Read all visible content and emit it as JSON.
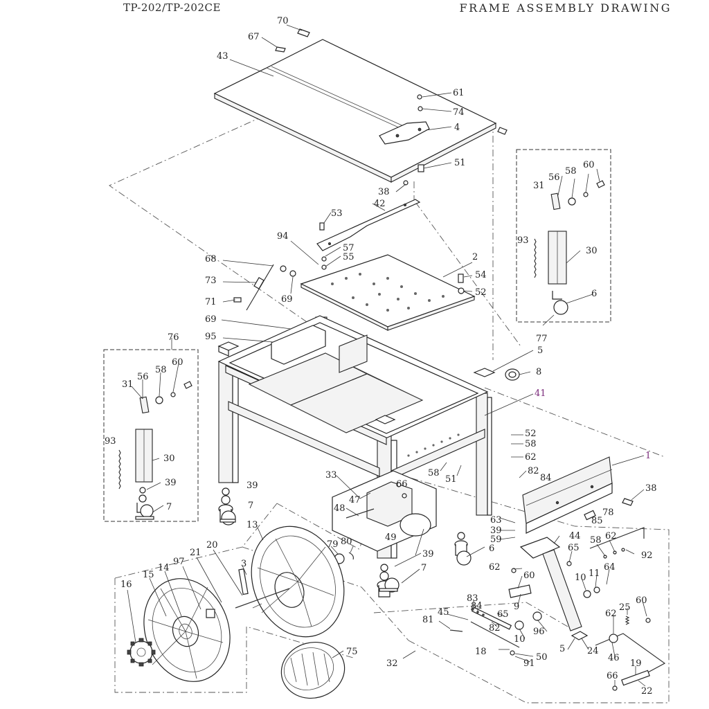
{
  "header": {
    "model": "TP-202/TP-202CE",
    "title": "FRAME ASSEMBLY DRAWING"
  },
  "labels": {
    "n70": "70",
    "n67": "67",
    "n43": "43",
    "n61": "61",
    "n74": "74",
    "n4": "4",
    "n51a": "51",
    "n38a": "38",
    "n53": "53",
    "n42": "42",
    "n57": "57",
    "n55": "55",
    "n94": "94",
    "n68": "68",
    "n73": "73",
    "n71": "71",
    "n69a": "69",
    "n2": "2",
    "n54": "54",
    "n52a": "52",
    "n69b": "69",
    "n95": "95",
    "n76": "76",
    "n77": "77",
    "n5a": "5",
    "n8": "8",
    "n41": "41",
    "r31": "31",
    "r56": "56",
    "r58": "58",
    "r60": "60",
    "r93": "93",
    "r30": "30",
    "r6": "6",
    "l31": "31",
    "l56": "56",
    "l58": "58",
    "l60": "60",
    "l93": "93",
    "l30": "30",
    "l39": "39",
    "l7": "7",
    "n52b": "52",
    "n58a": "58",
    "n62a": "62",
    "n58b": "58",
    "n51b": "51",
    "n1": "1",
    "n82a": "82",
    "n84a": "84",
    "n38b": "38",
    "n33": "33",
    "n66a": "66",
    "n47": "47",
    "n48": "48",
    "n39a": "39",
    "n7a": "7",
    "n13": "13",
    "n49": "49",
    "n79": "79",
    "n80": "80",
    "n78": "78",
    "n85": "85",
    "n63": "63",
    "n39b": "39",
    "n59": "59",
    "n44": "44",
    "n6a": "6",
    "n39c": "39",
    "n7b": "7",
    "n3": "3",
    "n20": "20",
    "n21": "21",
    "n97": "97",
    "n14": "14",
    "n15": "15",
    "n16": "16",
    "n58c": "58",
    "n62b": "62",
    "n92": "92",
    "n65a": "65",
    "n62c": "62",
    "n60a": "60",
    "n11": "11",
    "n64": "64",
    "n10a": "10",
    "n9": "9",
    "n83": "83",
    "n84b": "84",
    "n45": "45",
    "n65b": "65",
    "n81": "81",
    "n82b": "82",
    "n96": "96",
    "n10b": "10",
    "n60b": "60",
    "n62d": "62",
    "n25": "25",
    "n18": "18",
    "n50": "50",
    "n5b": "5",
    "n24": "24",
    "n46": "46",
    "n91": "91",
    "n75": "75",
    "n32": "32",
    "n19": "19",
    "n66b": "66",
    "n22": "22"
  }
}
